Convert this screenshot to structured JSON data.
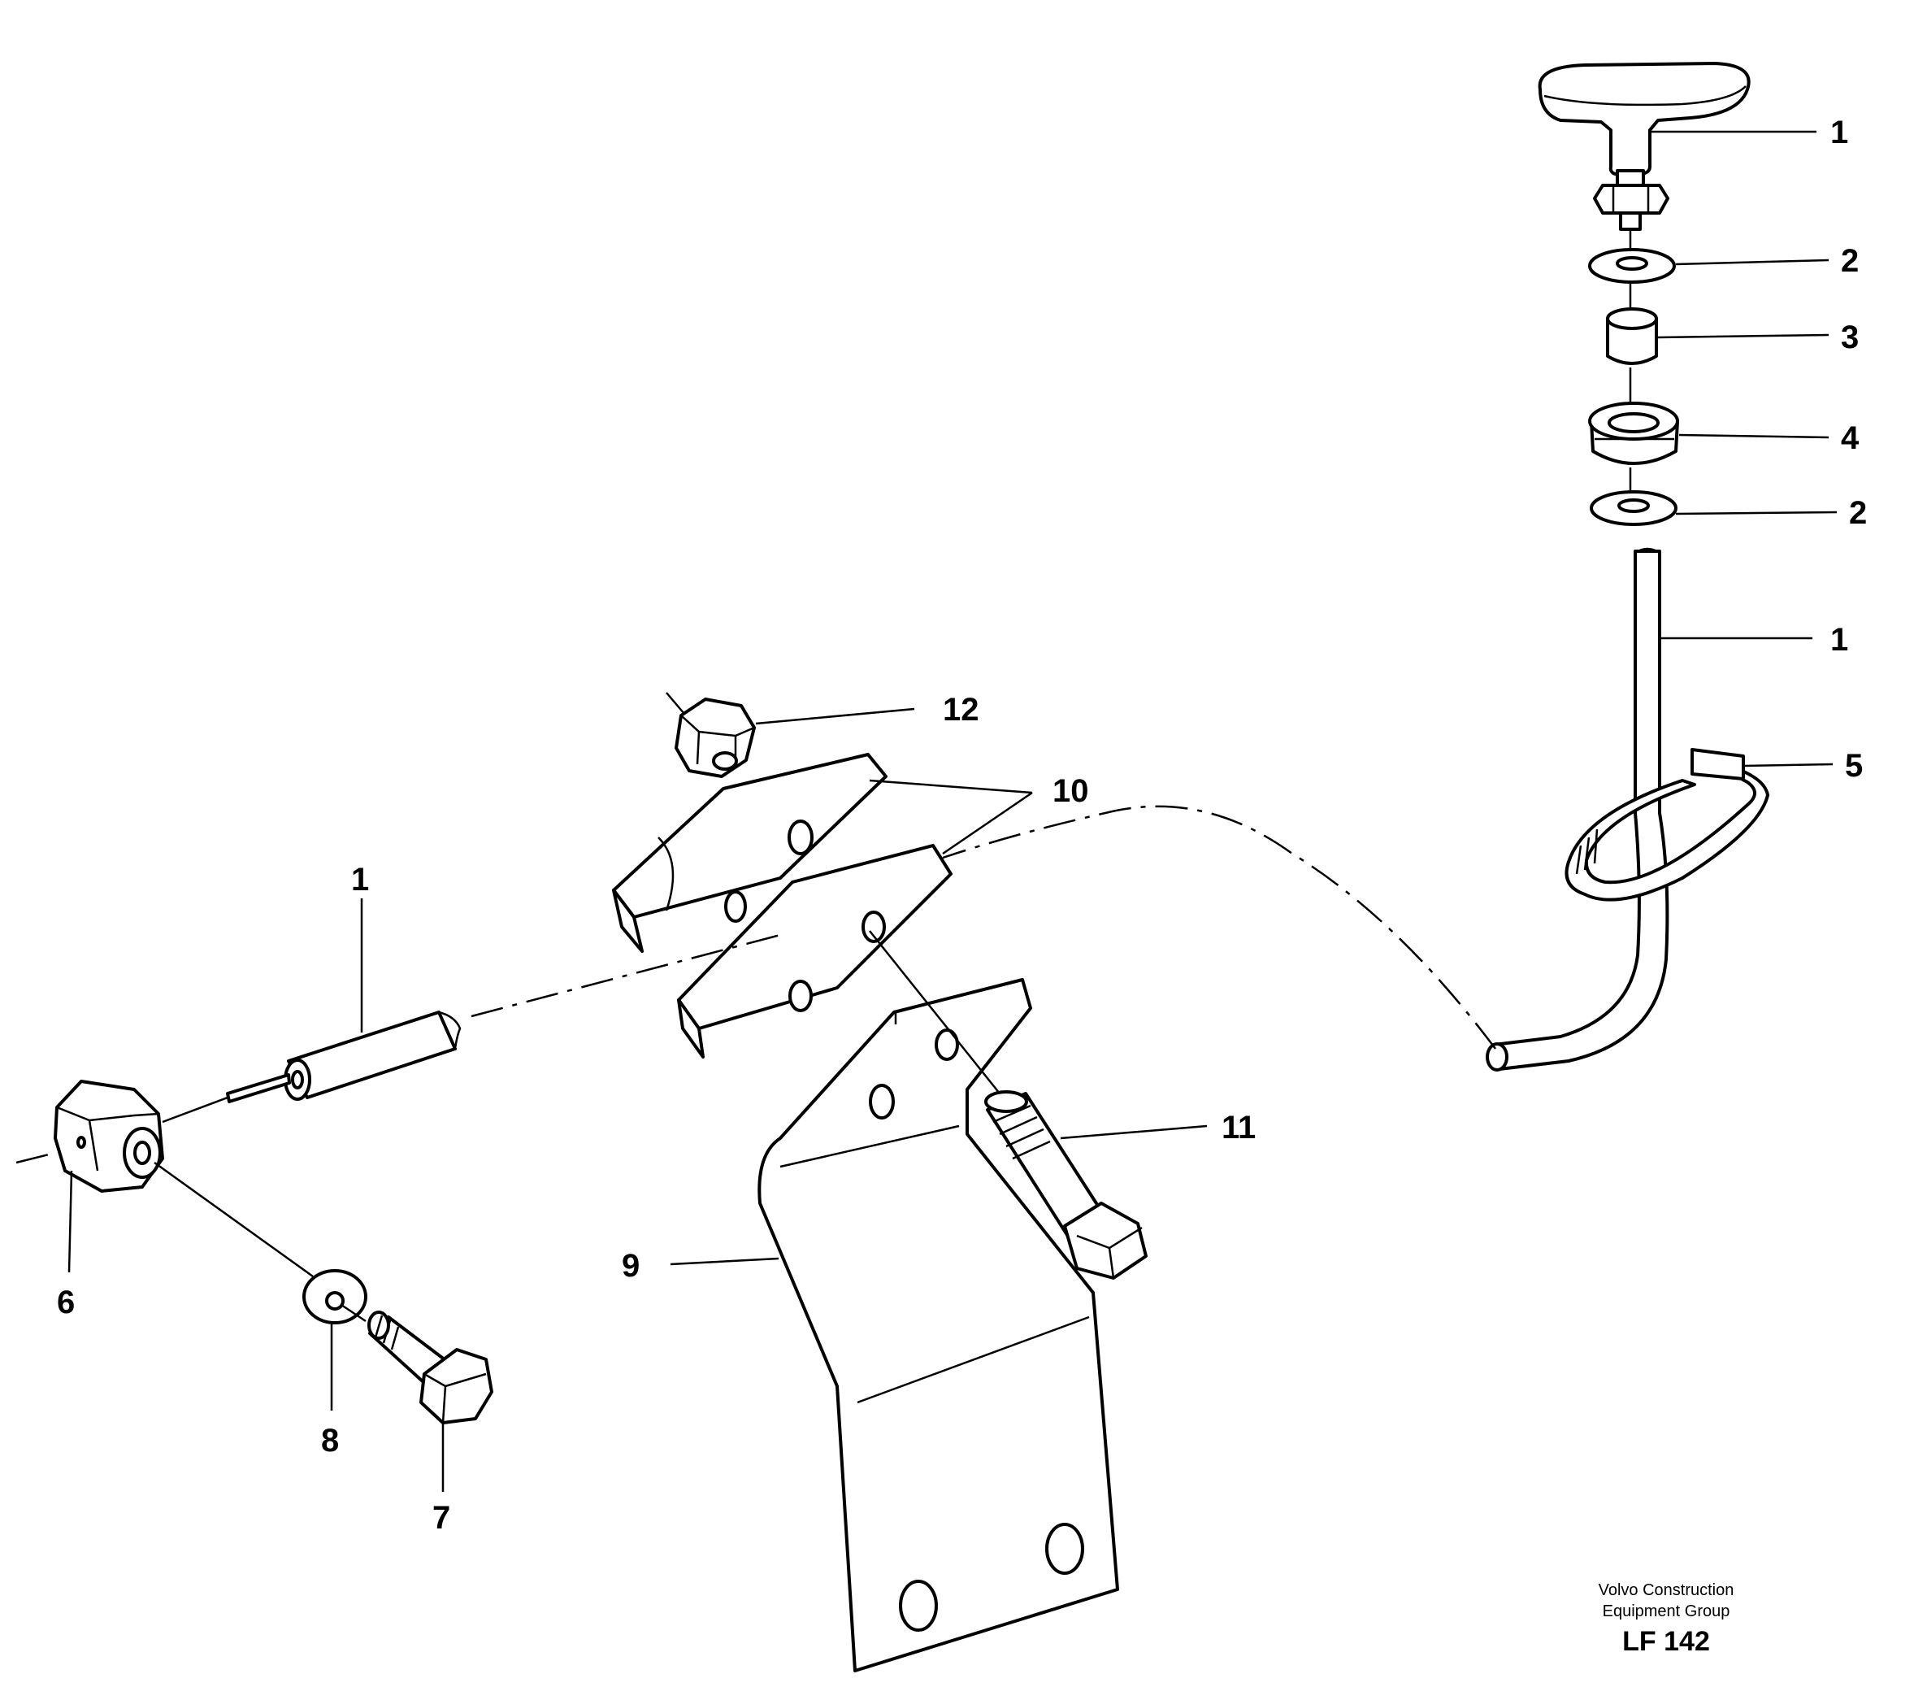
{
  "callouts": {
    "c1_knob": "1",
    "c2_top": "2",
    "c3": "3",
    "c4": "4",
    "c2_bottom": "2",
    "c1_cable": "1",
    "c5": "5",
    "c12": "12",
    "c10": "10",
    "c1_sleeve": "1",
    "c11": "11",
    "c9": "9",
    "c6": "6",
    "c8": "8",
    "c7": "7"
  },
  "credit": {
    "line1": "Volvo Construction",
    "line2": "Equipment Group",
    "code": "LF 142"
  }
}
